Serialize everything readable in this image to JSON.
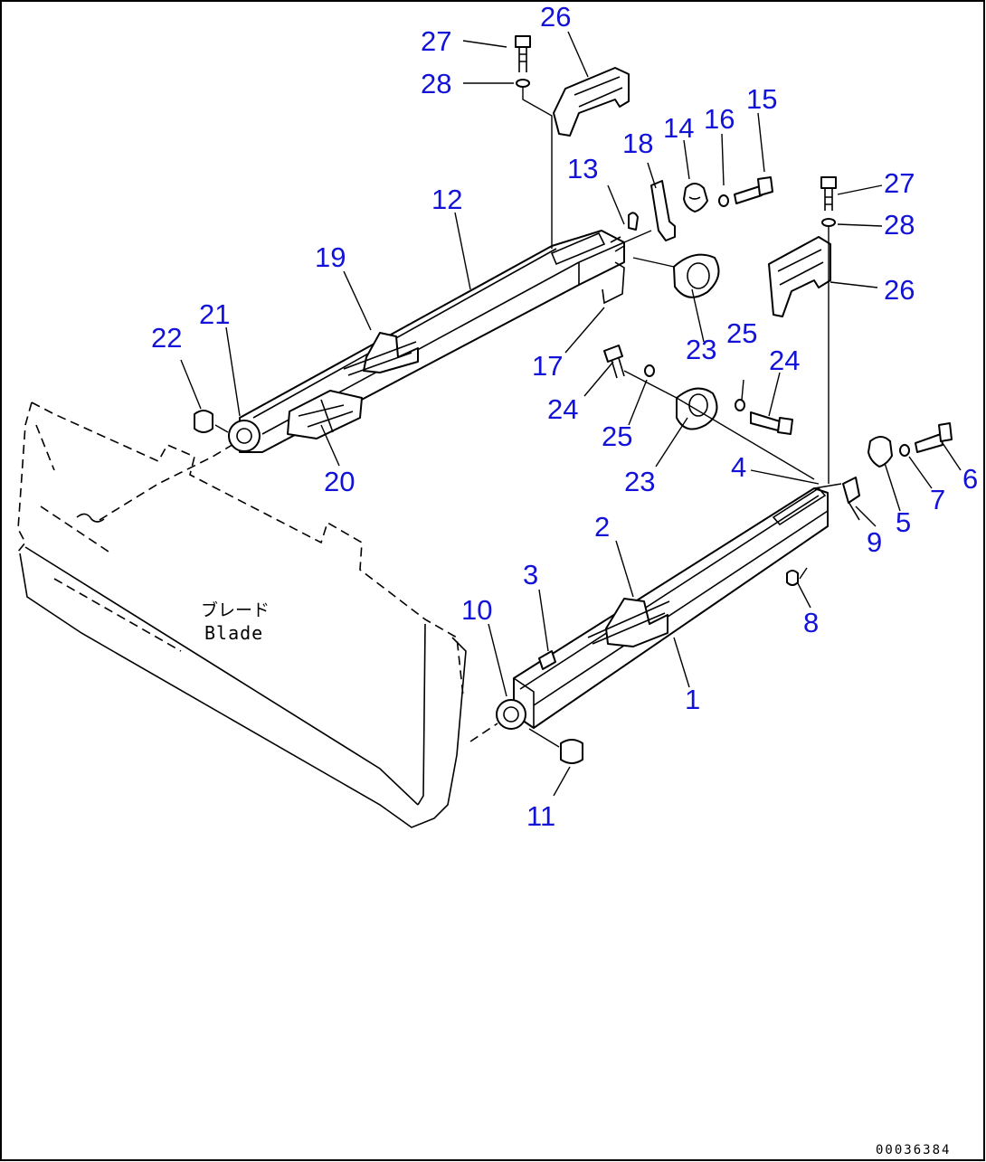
{
  "blade_label_jp": "ブレード",
  "blade_label_en": "Blade",
  "drawing_code": "00036384",
  "callouts": [
    {
      "id": "c1",
      "label": "1"
    },
    {
      "id": "c2",
      "label": "2"
    },
    {
      "id": "c3",
      "label": "3"
    },
    {
      "id": "c4",
      "label": "4"
    },
    {
      "id": "c5",
      "label": "5"
    },
    {
      "id": "c6",
      "label": "6"
    },
    {
      "id": "c7",
      "label": "7"
    },
    {
      "id": "c8",
      "label": "8"
    },
    {
      "id": "c9",
      "label": "9"
    },
    {
      "id": "c10",
      "label": "10"
    },
    {
      "id": "c11",
      "label": "11"
    },
    {
      "id": "c12",
      "label": "12"
    },
    {
      "id": "c13",
      "label": "13"
    },
    {
      "id": "c14",
      "label": "14"
    },
    {
      "id": "c15",
      "label": "15"
    },
    {
      "id": "c16",
      "label": "16"
    },
    {
      "id": "c17",
      "label": "17"
    },
    {
      "id": "c18",
      "label": "18"
    },
    {
      "id": "c19",
      "label": "19"
    },
    {
      "id": "c20",
      "label": "20"
    },
    {
      "id": "c21",
      "label": "21"
    },
    {
      "id": "c22",
      "label": "22"
    },
    {
      "id": "c23a",
      "label": "23"
    },
    {
      "id": "c23b",
      "label": "23"
    },
    {
      "id": "c24a",
      "label": "24"
    },
    {
      "id": "c24b",
      "label": "24"
    },
    {
      "id": "c25a",
      "label": "25"
    },
    {
      "id": "c25b",
      "label": "25"
    },
    {
      "id": "c26a",
      "label": "26"
    },
    {
      "id": "c26b",
      "label": "26"
    },
    {
      "id": "c27a",
      "label": "27"
    },
    {
      "id": "c27b",
      "label": "27"
    },
    {
      "id": "c28a",
      "label": "28"
    },
    {
      "id": "c28b",
      "label": "28"
    }
  ]
}
